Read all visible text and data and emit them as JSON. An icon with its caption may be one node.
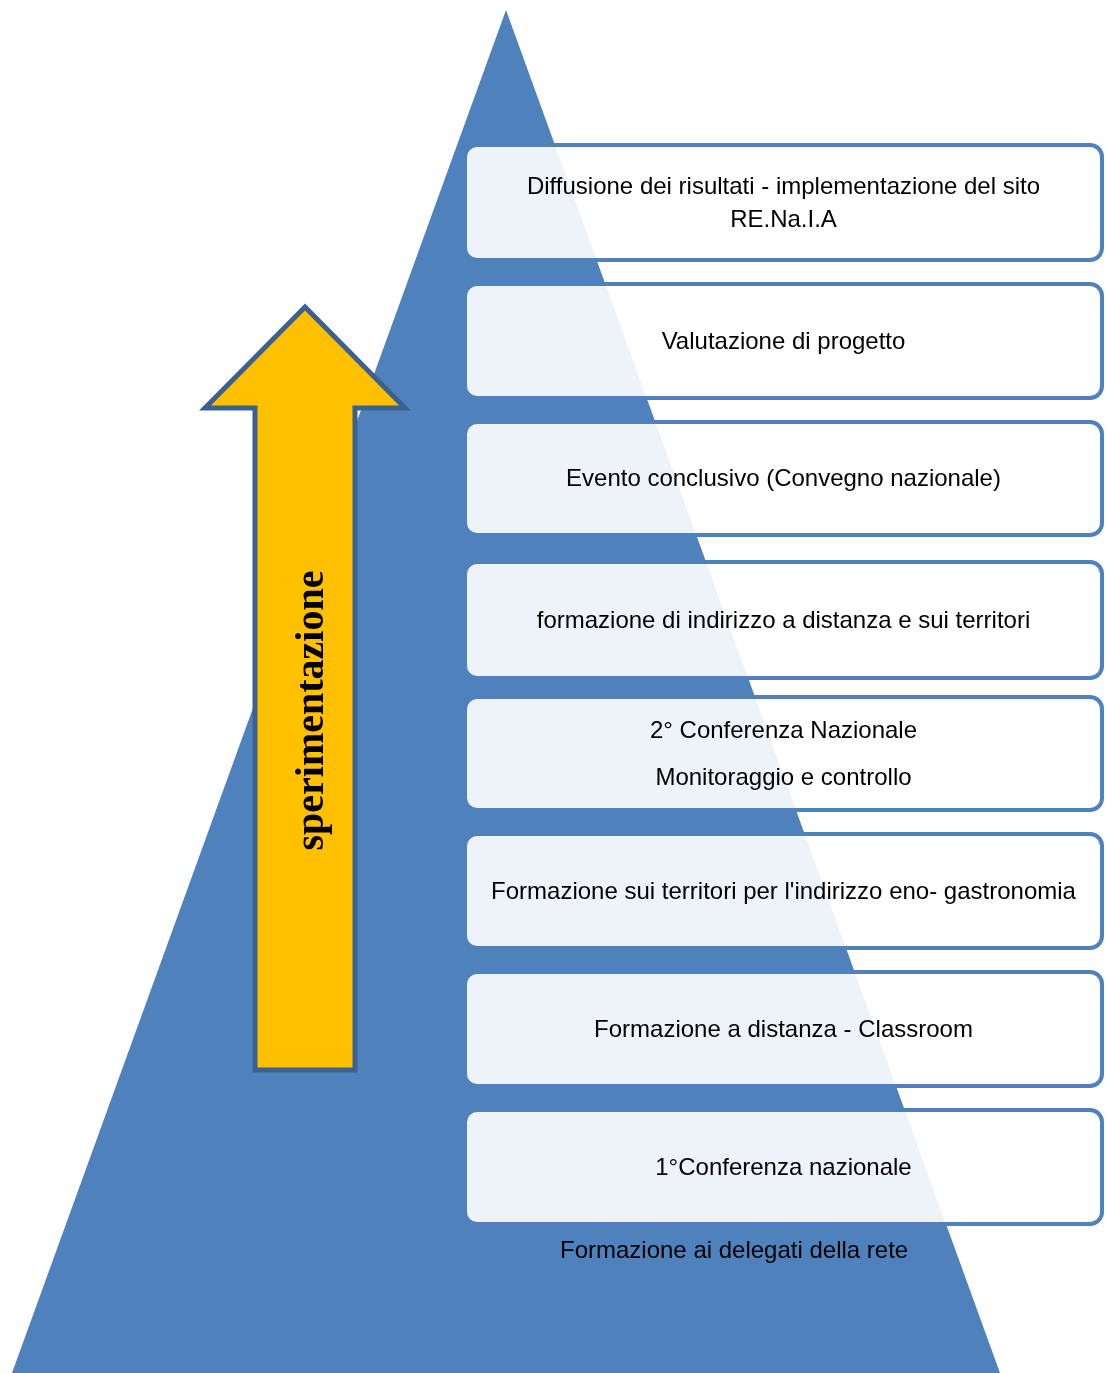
{
  "diagram": {
    "nodes": [
      {
        "text": [
          "Diffusione dei risultati - implementazione del sito RE.Na.I.A"
        ]
      },
      {
        "text": [
          "Valutazione di progetto"
        ]
      },
      {
        "text": [
          "Evento conclusivo (Convegno nazionale)"
        ]
      },
      {
        "text": [
          "formazione di indirizzo a distanza e sui territori"
        ]
      },
      {
        "text": [
          "2° Conferenza Nazionale",
          "Monitoraggio e controllo"
        ]
      },
      {
        "text": [
          "Formazione sui territori per l'indirizzo eno- gastronomia"
        ]
      },
      {
        "text": [
          "Formazione a distanza - Classroom"
        ]
      },
      {
        "text": [
          "1°Conferenza nazionale"
        ],
        "beside": [
          "Formazione ai delegati della rete"
        ]
      },
      {
        "text": [
          "sperimentazione"
        ]
      }
    ],
    "edges": []
  }
}
